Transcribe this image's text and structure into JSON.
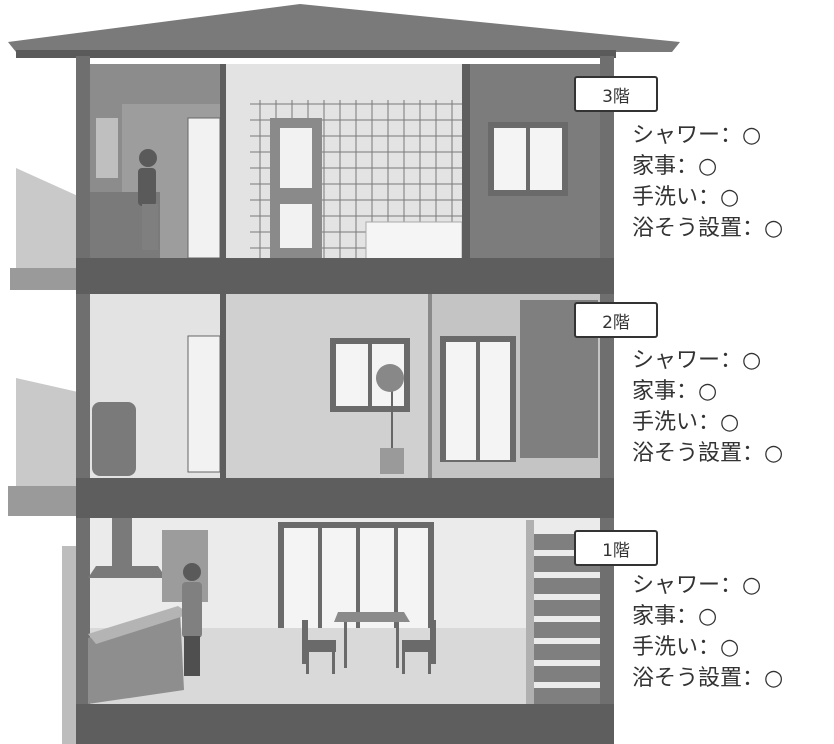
{
  "colors": {
    "roof": "#7a7a7a",
    "wall_dark": "#6f6f6f",
    "slab": "#5e5e5e",
    "room_light": "#e3e3e3",
    "room_mid": "#c4c4c4",
    "label_border": "#333333",
    "text": "#333333"
  },
  "floors": [
    {
      "label": "3階",
      "items": [
        {
          "name": "シャワー",
          "mark": "○"
        },
        {
          "name": "家事",
          "mark": "○"
        },
        {
          "name": "手洗い",
          "mark": "○"
        },
        {
          "name": "浴そう設置",
          "mark": "○"
        }
      ]
    },
    {
      "label": "2階",
      "items": [
        {
          "name": "シャワー",
          "mark": "○"
        },
        {
          "name": "家事",
          "mark": "○"
        },
        {
          "name": "手洗い",
          "mark": "○"
        },
        {
          "name": "浴そう設置",
          "mark": "○"
        }
      ]
    },
    {
      "label": "1階",
      "items": [
        {
          "name": "シャワー",
          "mark": "○"
        },
        {
          "name": "家事",
          "mark": "○"
        },
        {
          "name": "手洗い",
          "mark": "○"
        },
        {
          "name": "浴そう設置",
          "mark": "○"
        }
      ]
    }
  ]
}
